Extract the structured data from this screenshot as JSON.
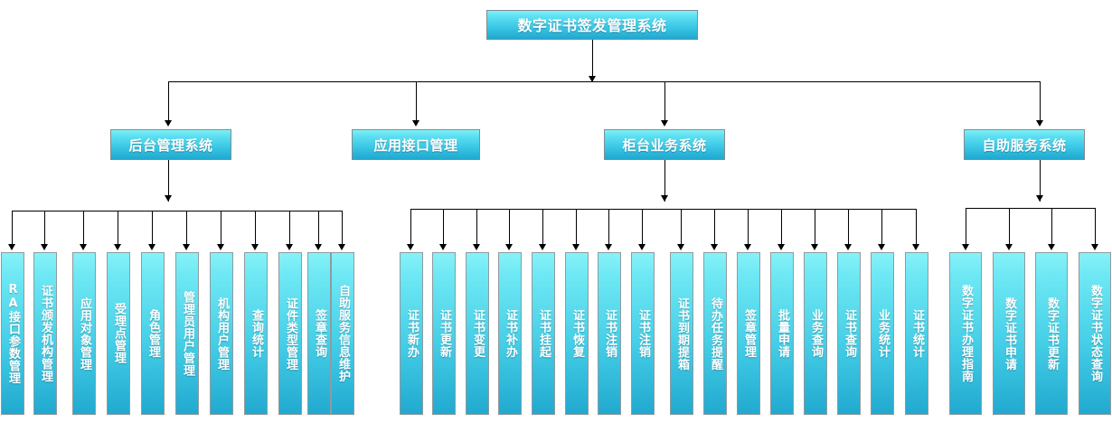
{
  "diagram": {
    "title": "数字证书签发管理系统",
    "root": {
      "label": "数字证书签发管理系统"
    },
    "level2": [
      {
        "label": "后台管理系统"
      },
      {
        "label": "应用接口管理"
      },
      {
        "label": "柜台业务系统"
      },
      {
        "label": "自助服务系统"
      }
    ],
    "group1": {
      "parent": "后台管理系统",
      "leaves": [
        {
          "label": "RA接口参数管理"
        },
        {
          "label": "证书颁发机构管理"
        },
        {
          "label": "应用对象管理"
        },
        {
          "label": "受理点管理"
        },
        {
          "label": "角色管理"
        },
        {
          "label": "管理员用户管理"
        },
        {
          "label": "机构用户管理"
        },
        {
          "label": "查询统计"
        },
        {
          "label": "证件类型管理"
        },
        {
          "label": "签章查询"
        },
        {
          "label": "自助服务信息维护"
        }
      ]
    },
    "group2": {
      "parent": "应用接口管理",
      "leaves": []
    },
    "group3": {
      "parent": "柜台业务系统",
      "leaves": [
        {
          "label": "证书新办"
        },
        {
          "label": "证书更新"
        },
        {
          "label": "证书变更"
        },
        {
          "label": "证书补办"
        },
        {
          "label": "证书挂起"
        },
        {
          "label": "证书恢复"
        },
        {
          "label": "证书注销"
        },
        {
          "label": "证书注销"
        },
        {
          "label": "证书到期提箱"
        },
        {
          "label": "待办任务提醒"
        },
        {
          "label": "签章管理"
        },
        {
          "label": "批量申请"
        },
        {
          "label": "业务查询"
        },
        {
          "label": "证书查询"
        },
        {
          "label": "业务统计"
        },
        {
          "label": "证书统计"
        }
      ]
    },
    "group4": {
      "parent": "自助服务系统",
      "leaves": [
        {
          "label": "数字证书办理指南"
        },
        {
          "label": "数字证书申请"
        },
        {
          "label": "数字证书更新"
        },
        {
          "label": "数字证书状态查询"
        }
      ]
    },
    "colors": {
      "box_top": "#86f2f8",
      "box_bottom": "#21a9d0",
      "border": "#8a8a8a",
      "text": "#ffffff",
      "connector": "#000000",
      "background": "#ffffff"
    }
  }
}
